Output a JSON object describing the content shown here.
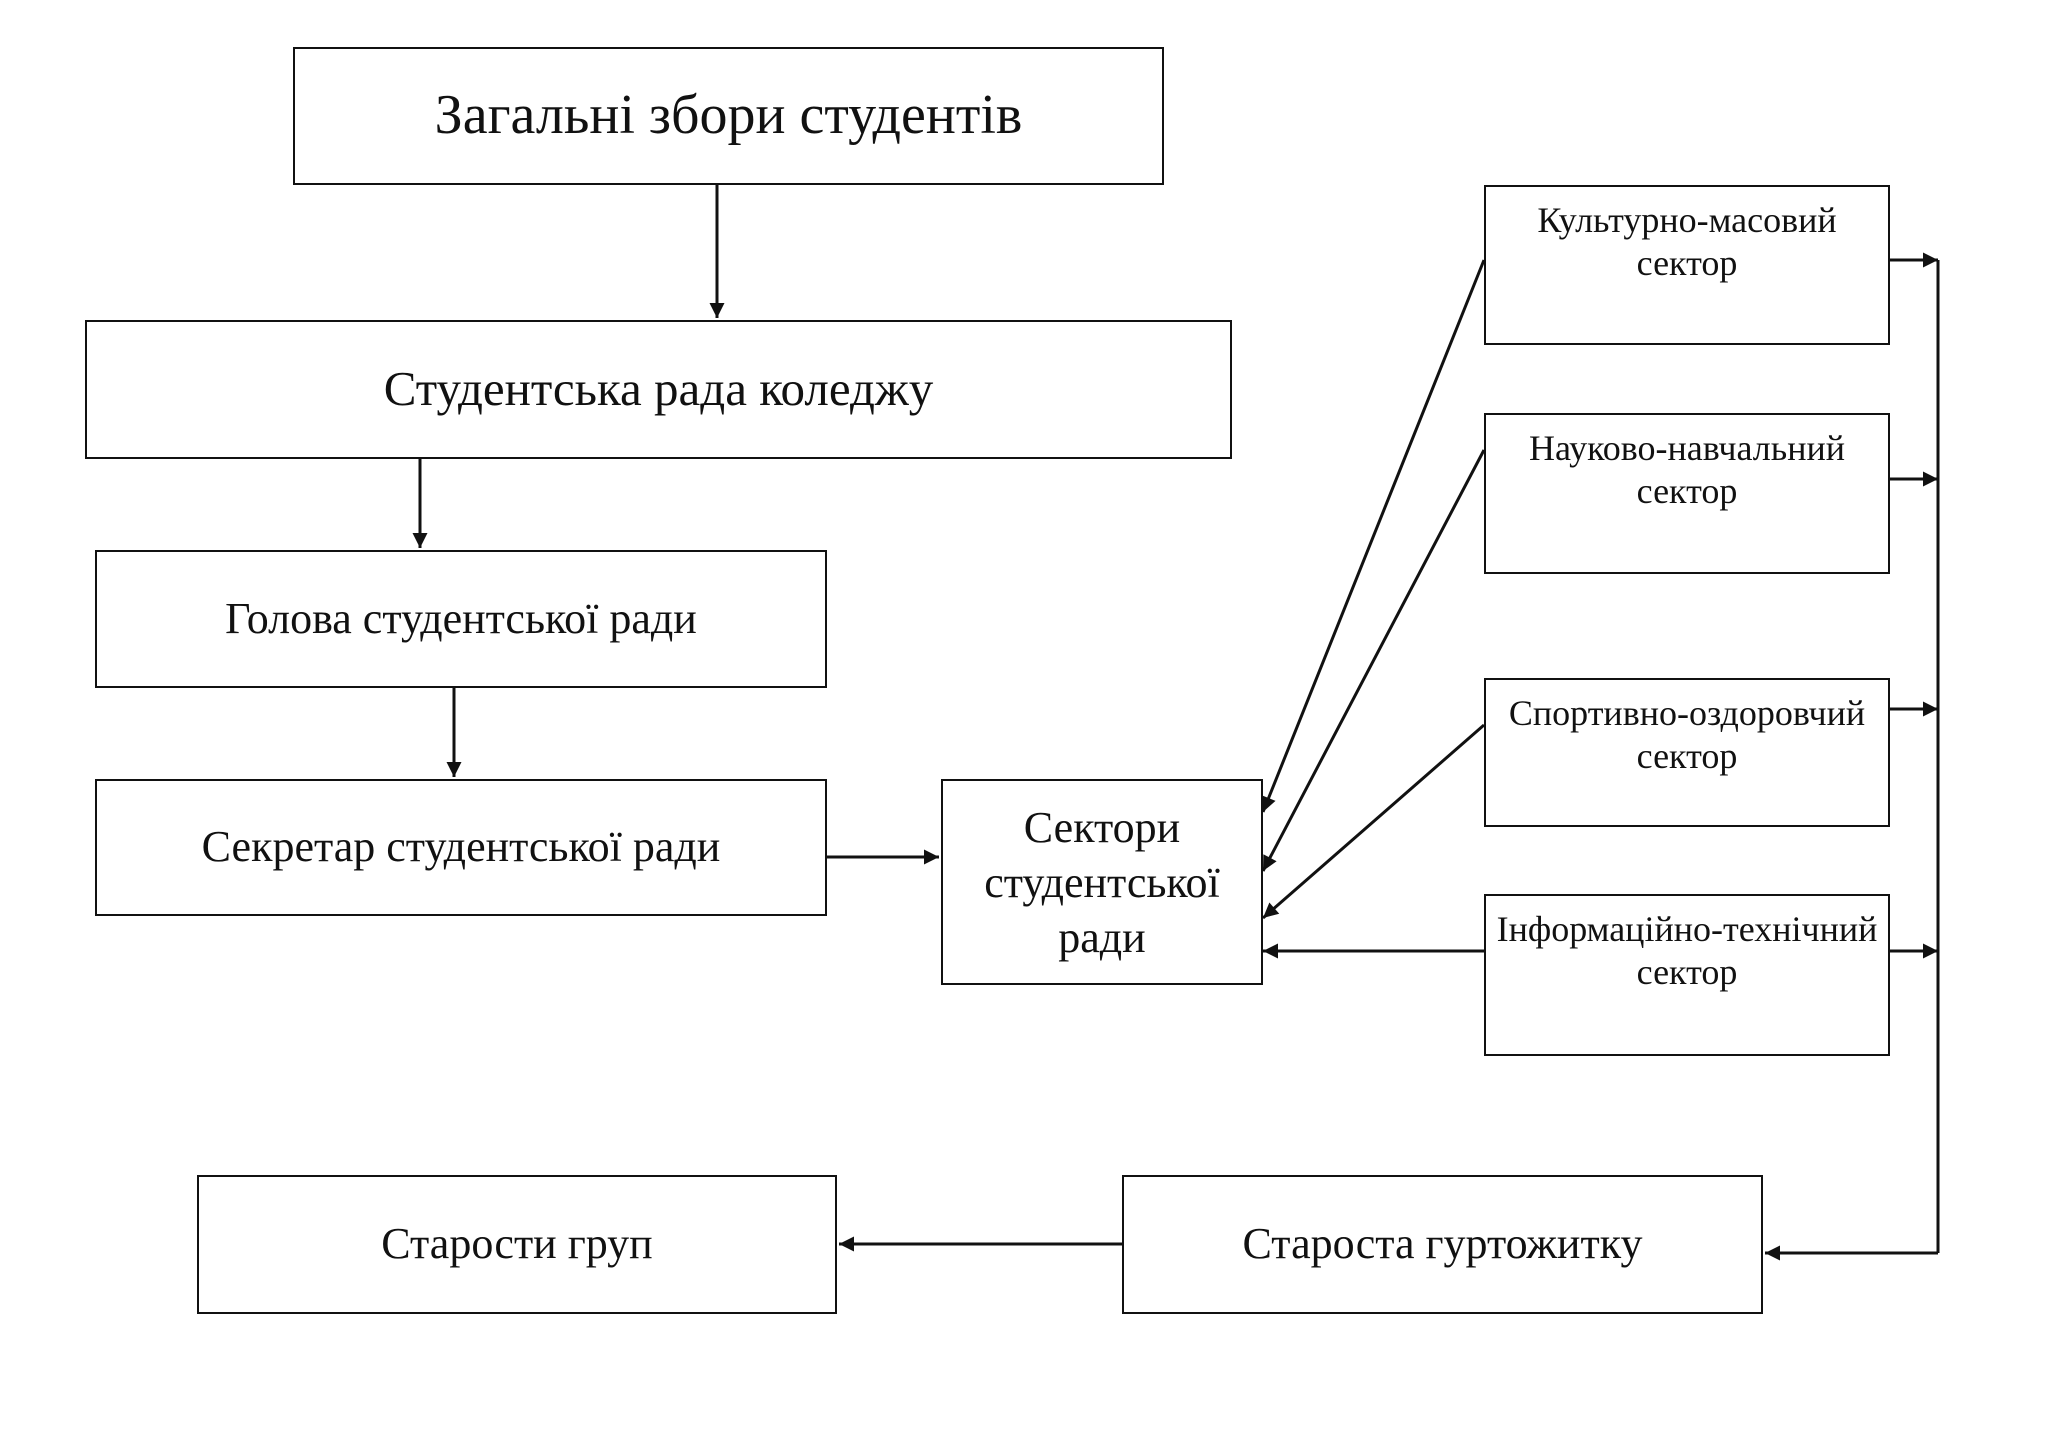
{
  "diagram": {
    "nodes": {
      "assembly": "Загальні збори студентів",
      "council": "Студентська рада коледжу",
      "head": "Голова студентської ради",
      "secretary": "Секретар студентської ради",
      "sectors": "Сектори студентської ради",
      "cultural": "Культурно-масовий сектор",
      "science": "Науково-навчальний сектор",
      "sport": "Спортивно-оздоровчий сектор",
      "info": "Інформаційно-технічний сектор",
      "dorm": "Староста гуртожитку",
      "groups": "Старости груп"
    },
    "edges": [
      {
        "from": "assembly",
        "to": "council"
      },
      {
        "from": "council",
        "to": "head"
      },
      {
        "from": "head",
        "to": "secretary"
      },
      {
        "from": "secretary",
        "to": "sectors"
      },
      {
        "from": "cultural",
        "to": "sectors"
      },
      {
        "from": "science",
        "to": "sectors"
      },
      {
        "from": "sport",
        "to": "sectors"
      },
      {
        "from": "info",
        "to": "sectors"
      },
      {
        "from": "cultural",
        "to": "dorm"
      },
      {
        "from": "science",
        "to": "dorm"
      },
      {
        "from": "sport",
        "to": "dorm"
      },
      {
        "from": "info",
        "to": "dorm"
      },
      {
        "from": "dorm",
        "to": "groups"
      }
    ],
    "colors": {
      "line": "#111111",
      "background": "#ffffff"
    }
  }
}
